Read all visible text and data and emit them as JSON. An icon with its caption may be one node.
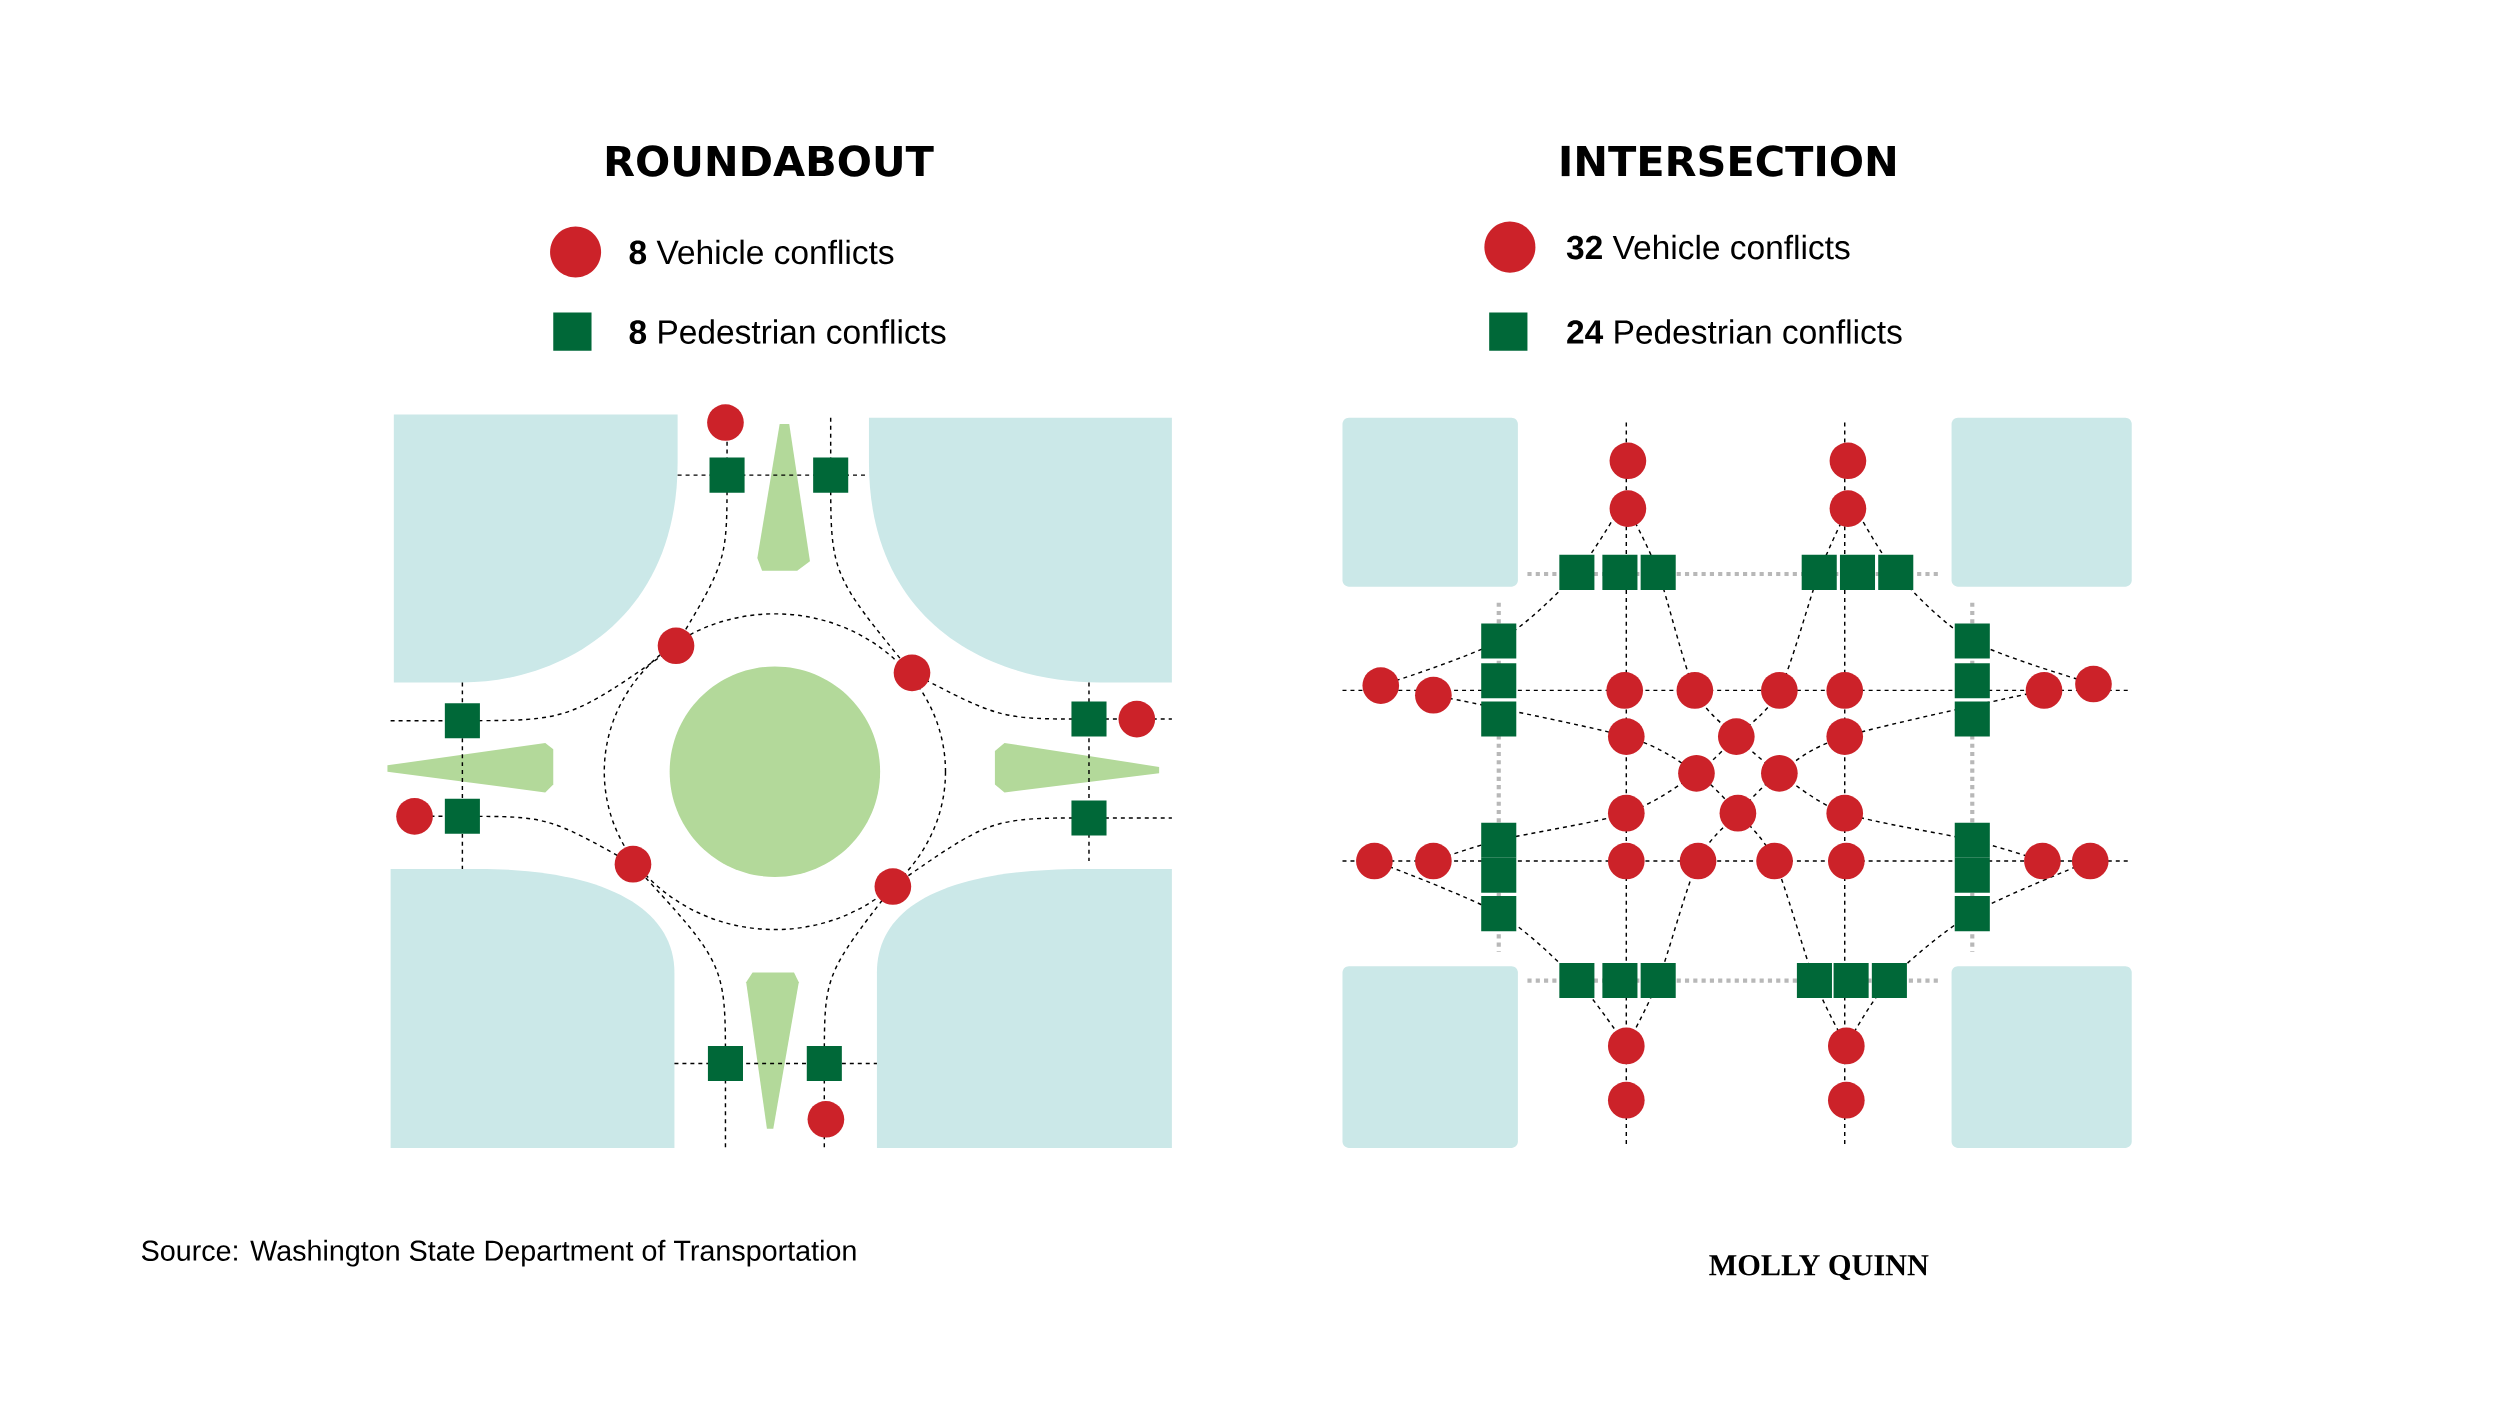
{
  "diagram": {
    "labels": [
      "ROUNDABOUT",
      "INTERSECTION",
      "Source: Washington State Department of Transportation",
      "MOLLY QUINN"
    ],
    "legend": [
      {
        "text": "**8** Vehicle conflicts",
        "color": "#cc2229"
      },
      {
        "text": "**8** Pedestrian conflicts",
        "color": "#006838"
      },
      {
        "text": "**32** Vehicle conflicts",
        "color": "#cc2229"
      },
      {
        "text": "**24** Pedestrian conflicts",
        "color": "#006838"
      }
    ]
  }
}
